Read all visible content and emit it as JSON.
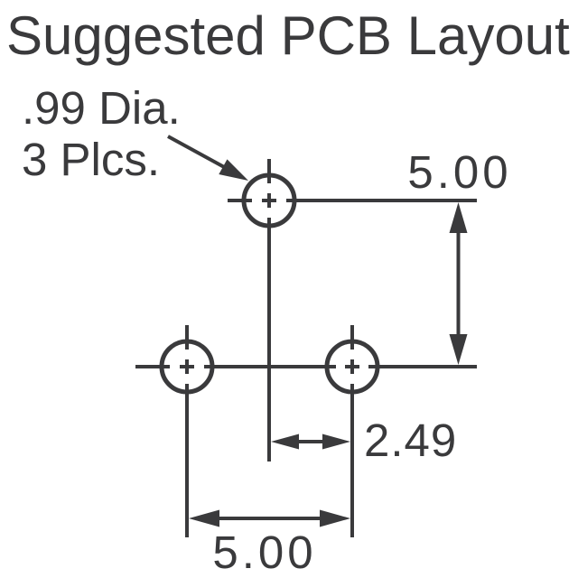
{
  "title": "Suggested PCB Layout",
  "callout": {
    "line1": ".99 Dia.",
    "line2": "3 Plcs."
  },
  "dimensions": {
    "vertical_pitch": "5.00",
    "center_offset": "2.49",
    "horizontal_pitch": "5.00"
  },
  "colors": {
    "ink": "#3a3a3c",
    "background": "#ffffff"
  }
}
